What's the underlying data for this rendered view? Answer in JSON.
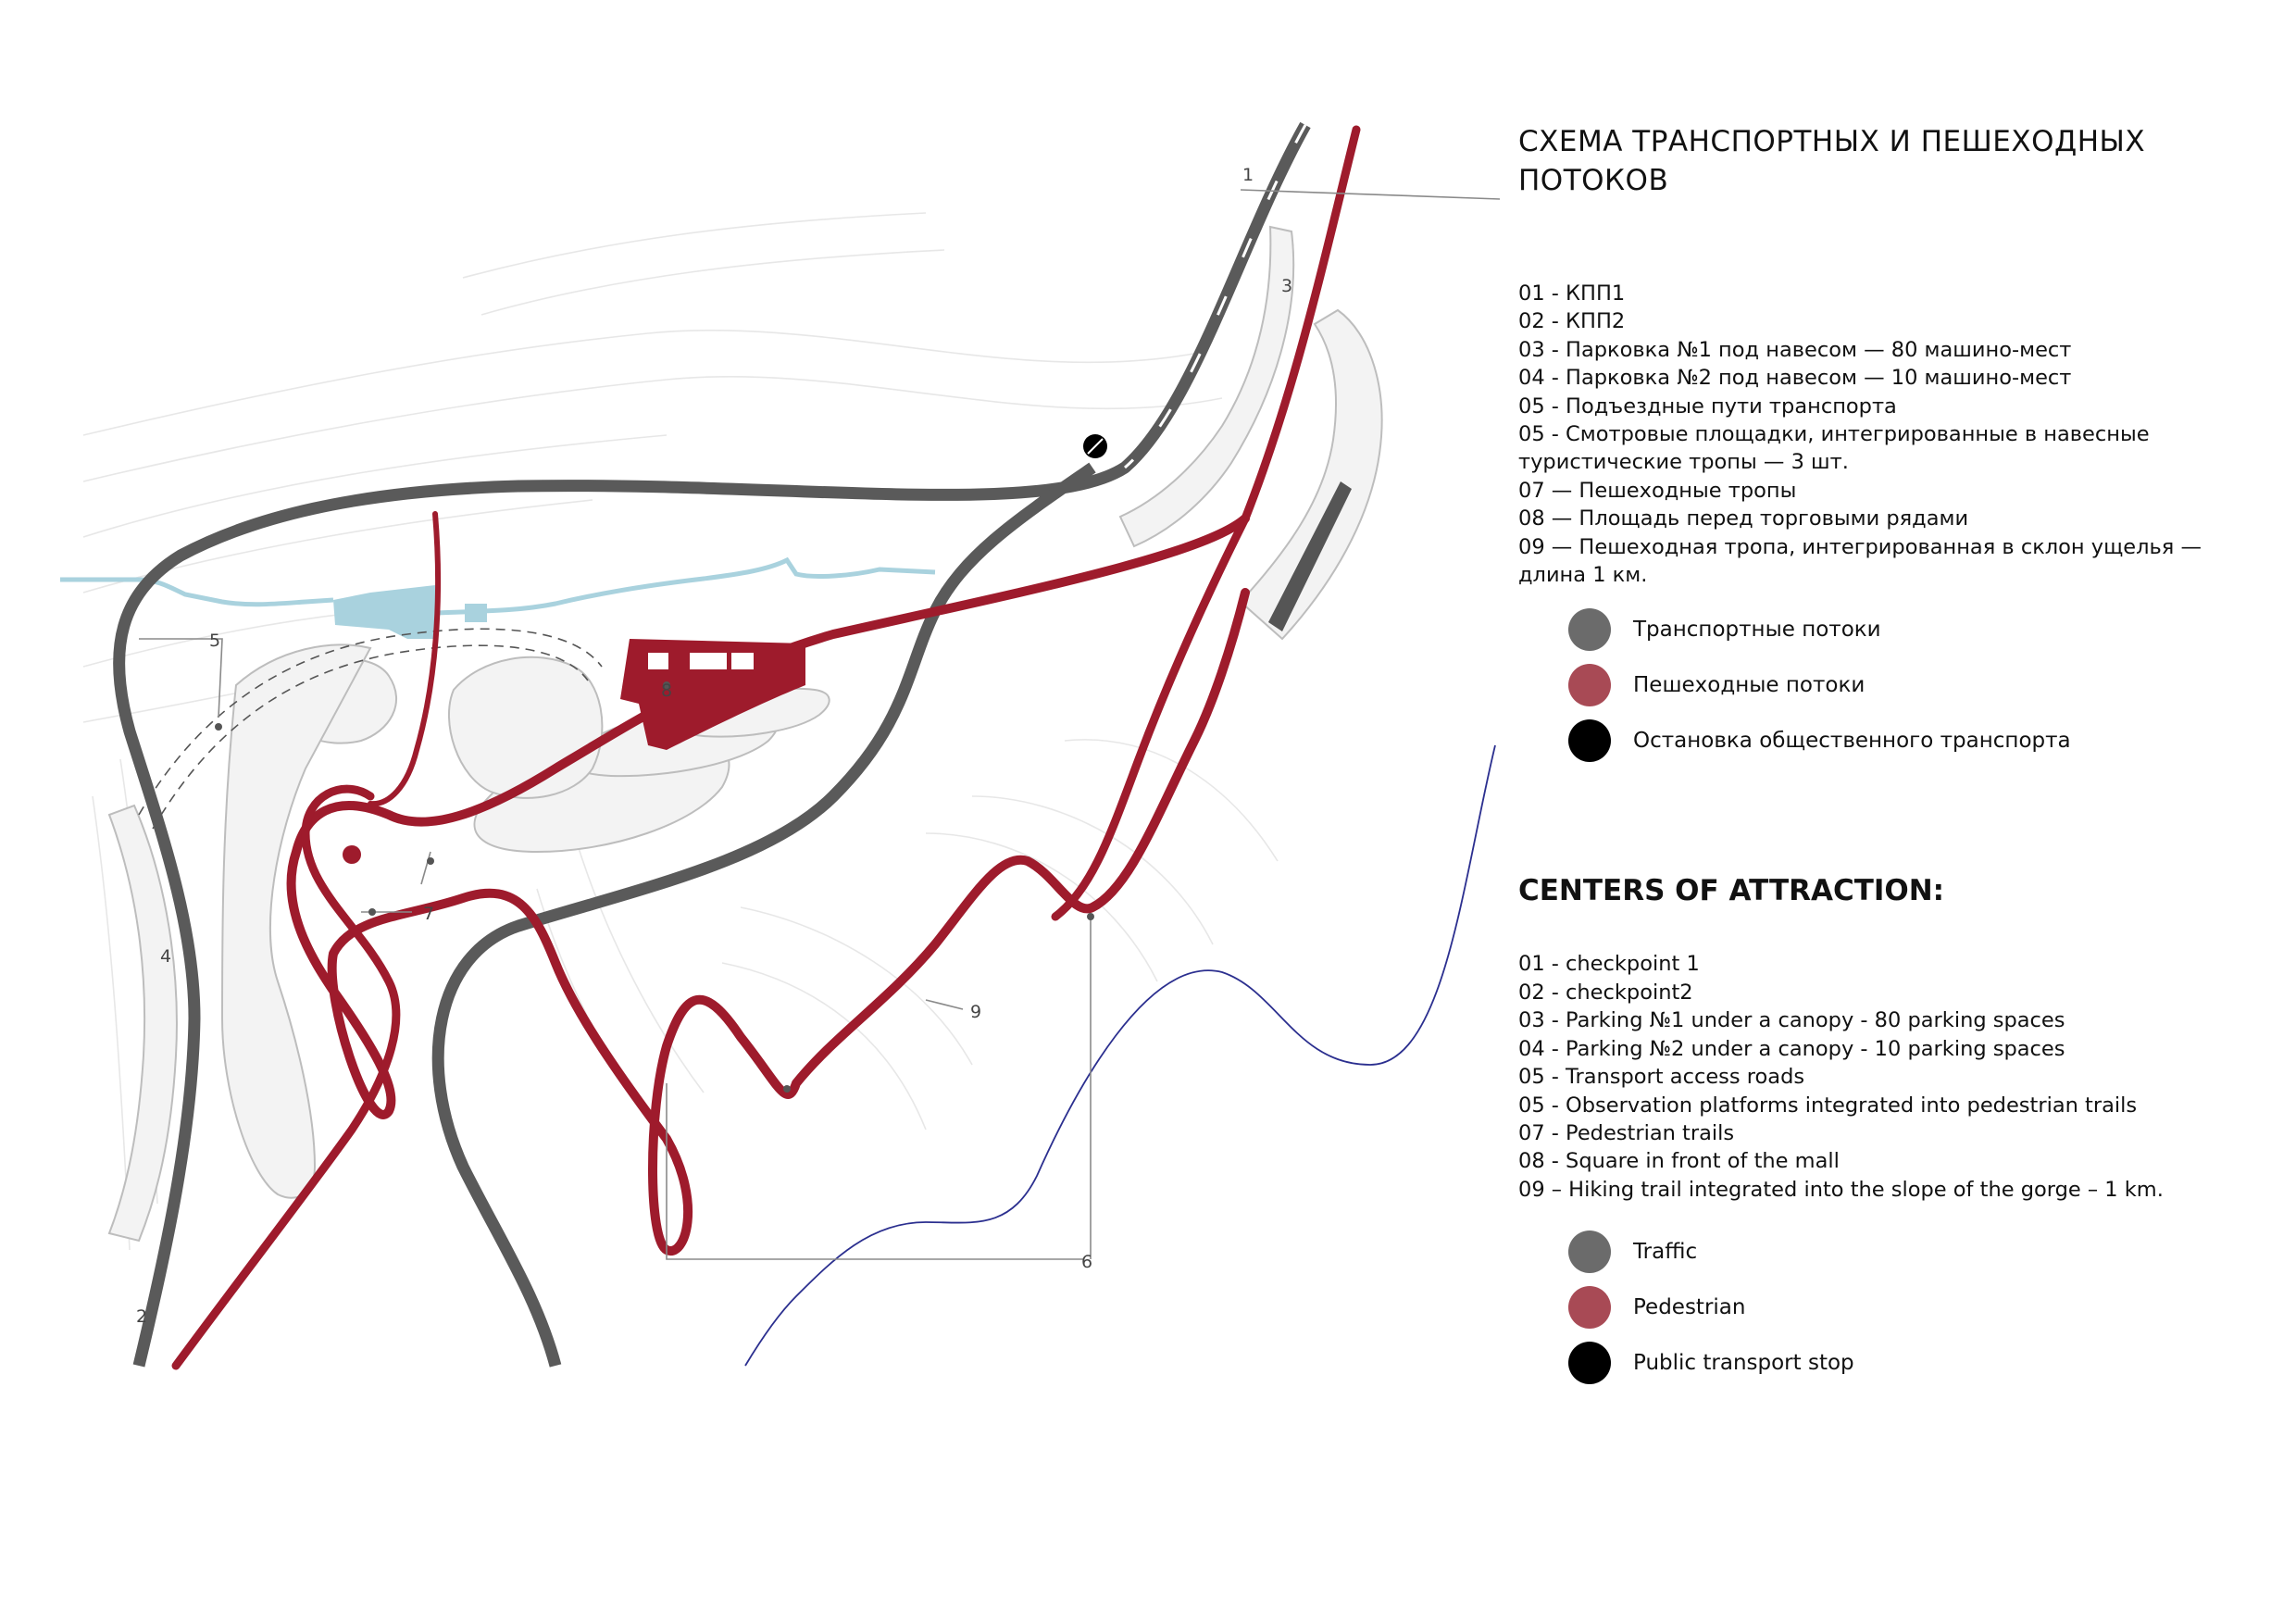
{
  "colors": {
    "traffic": "#6b6b6b",
    "pedestrian": "#a84a55",
    "stop": "#000000",
    "road": "#5a5a5a",
    "trail": "#9e1b2c",
    "water": "#a9d2de",
    "hiking": "#2b2f8f"
  },
  "map_labels": [
    "1",
    "2",
    "3",
    "4",
    "5",
    "6",
    "7",
    "8",
    "9"
  ],
  "ru": {
    "title": "СХЕМА  ТРАНСПОРТНЫХ И ПЕШЕХОДНЫХ ПОТОКОВ",
    "items": [
      "01 - КПП1",
      "02 - КПП2",
      "03 - Парковка №1 под навесом — 80 машино-мест",
      "04 - Парковка №2 под навесом — 10 машино-мест",
      "05 - Подъездные пути транспорта",
      "05 - Смотровые площадки, интегрированные в навесные туристические тропы — 3 шт.",
      "07 — Пешеходные тропы",
      "08 — Площадь перед торговыми рядами",
      "09 — Пешеходная тропа, интегрированная в склон ущелья — длина 1 км."
    ],
    "legend": [
      {
        "label": "Транспортные потоки",
        "icon": "traffic-dot-icon",
        "color": "#6b6b6b"
      },
      {
        "label": "Пешеходные потоки",
        "icon": "pedestrian-dot-icon",
        "color": "#a84a55"
      },
      {
        "label": "Остановка общественного транспорта",
        "icon": "transport-stop-dot-icon",
        "color": "#000000"
      }
    ]
  },
  "en": {
    "title": "CENTERS OF ATTRACTION:",
    "items": [
      "01 - checkpoint 1",
      "02 - checkpoint2",
      "03 - Parking №1 under a canopy - 80 parking spaces",
      "04 - Parking №2 under a canopy - 10 parking spaces",
      "05 - Transport access roads",
      "05 - Observation platforms integrated into pedestrian trails",
      "07 - Pedestrian trails",
      "08 - Square in front of the mall",
      "09 – Hiking trail integrated into the slope of the gorge – 1 km."
    ],
    "legend": [
      {
        "label": "Traffic",
        "icon": "traffic-dot-icon",
        "color": "#6b6b6b"
      },
      {
        "label": "Pedestrian",
        "icon": "pedestrian-dot-icon",
        "color": "#a84a55"
      },
      {
        "label": "Public transport stop",
        "icon": "transport-stop-dot-icon",
        "color": "#000000"
      }
    ]
  }
}
